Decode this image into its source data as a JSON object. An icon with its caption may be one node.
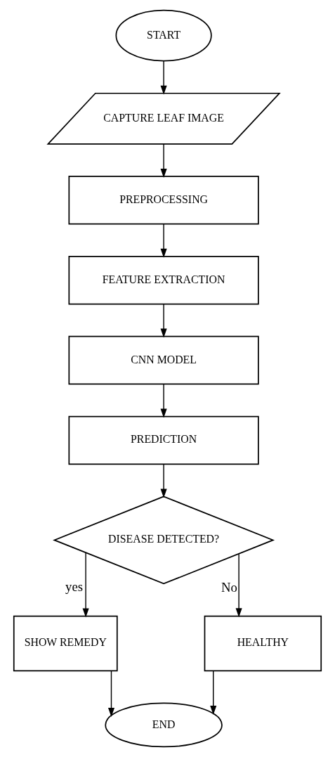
{
  "diagram": {
    "nodes": [
      {
        "text": [
          "START"
        ]
      },
      {
        "text": [
          "CAPTURE LEAF IMAGE"
        ]
      },
      {
        "text": [
          "PREPROCESSING"
        ]
      },
      {
        "text": [
          "FEATURE EXTRACTION"
        ]
      },
      {
        "text": [
          "CNN MODEL"
        ]
      },
      {
        "text": [
          "PREDICTION"
        ]
      },
      {
        "text": [
          "DISEASE DETECTED?"
        ]
      },
      {
        "text": [
          "SHOW REMEDY"
        ]
      },
      {
        "text": [
          "HEALTHY"
        ]
      },
      {
        "text": [
          "END"
        ]
      }
    ],
    "edges": [
      {
        "from": 0,
        "to": 1,
        "arrow": "to"
      },
      {
        "from": 1,
        "to": 2,
        "arrow": "to"
      },
      {
        "from": 2,
        "to": 3,
        "arrow": "to"
      },
      {
        "from": 3,
        "to": 4,
        "arrow": "to"
      },
      {
        "from": 4,
        "to": 5,
        "arrow": "to"
      },
      {
        "from": 5,
        "to": 6,
        "arrow": "to"
      },
      {
        "from": 6,
        "to": 7,
        "arrow": "to",
        "label": "yes"
      },
      {
        "from": 6,
        "to": 8,
        "arrow": "to",
        "label": "No"
      },
      {
        "from": 7,
        "to": 9,
        "arrow": "to"
      },
      {
        "from": 8,
        "to": 9,
        "arrow": "to"
      }
    ]
  }
}
